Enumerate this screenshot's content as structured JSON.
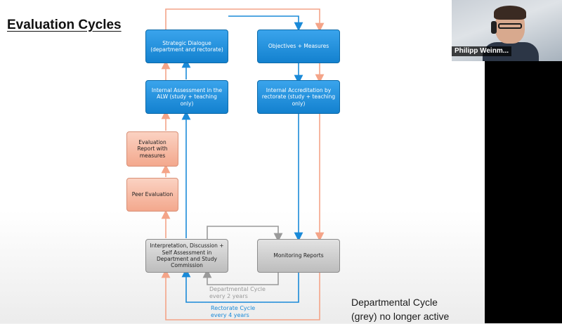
{
  "slide": {
    "title": "Evaluation Cycles",
    "boxes": {
      "strategic_dialogue": "Strategic Dialogue (department and rectorate)",
      "objectives_measures": "Objectives + Measures",
      "internal_assessment": "Internal Assessment in the ALW (study + teaching only)",
      "internal_accreditation": "Internal Accreditation by rectorate (study + teaching only)",
      "evaluation_report": "Evaluation Report with measures",
      "peer_evaluation": "Peer Evaluation",
      "interpretation": "Interpretation, Discussion + Self Assessment in Department and Study Commission",
      "monitoring_reports": "Monitoring Reports"
    },
    "cycles": {
      "departmental_line1": "Departmental Cycle",
      "departmental_line2": "every 2 years",
      "rectorate_line1": "Rectorate Cycle",
      "rectorate_line2": "every 4 years"
    },
    "note_line1": "Departmental Cycle",
    "note_line2": "(grey) no longer active"
  },
  "colors": {
    "blue": "#1a8ad8",
    "salmon": "#f4a488",
    "grey": "#9a9a9a"
  },
  "video": {
    "participant_name": "Philipp Weinm..."
  }
}
